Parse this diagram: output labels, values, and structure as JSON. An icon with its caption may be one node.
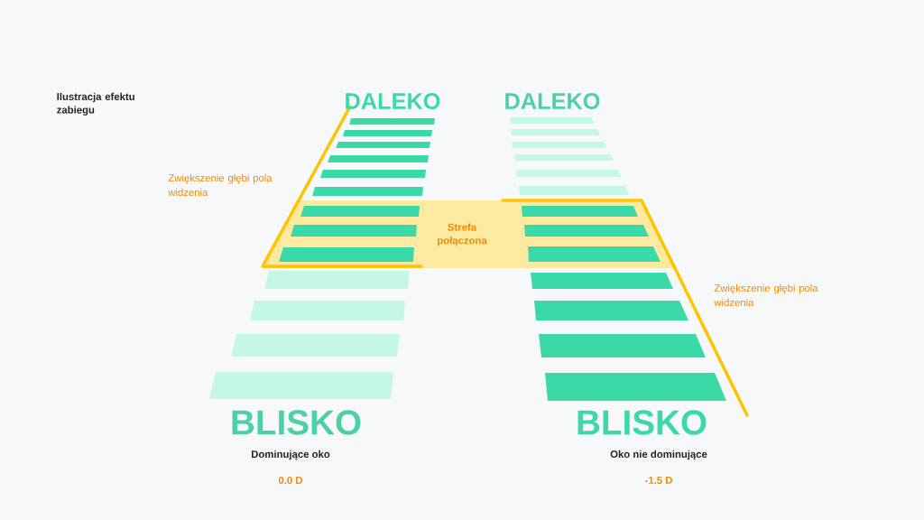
{
  "diagram": {
    "title": "Ilustracja efektu zabiegu",
    "nodes": [
      {
        "text": [
          "Strefa połączona"
        ]
      }
    ],
    "labels": [
      "DALEKO",
      "DALEKO",
      "Zwiększenie głębi pola widzenia",
      "Zwiększenie głębi pola widzenia",
      "BLISKO",
      "BLISKO",
      "Dominujące oko",
      "Oko nie dominujące",
      "0.0 D",
      "-1.5 D"
    ]
  }
}
